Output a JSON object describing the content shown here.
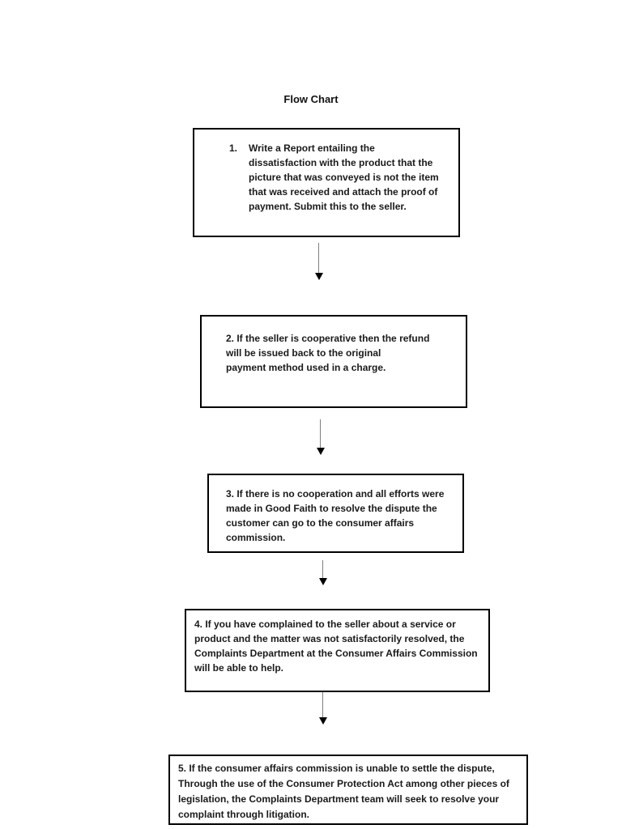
{
  "document": {
    "title": "Flow Chart",
    "background_color": "#ffffff",
    "text_color": "#1a1a1a",
    "box_border_color": "#000000",
    "connector_line_color": "#7f7f7f",
    "connector_arrow_color": "#000000"
  },
  "flowchart": {
    "steps": [
      {
        "number": "1.",
        "text": "Write a Report entailing the\ndissatisfaction with the product that the\npicture that was conveyed is not the item\nthat was received and attach the proof of\npayment. Submit this to the seller."
      },
      {
        "text": "2. If the seller is cooperative then the refund\nwill be issued back to the original\npayment method used in a charge."
      },
      {
        "text": "3. If there is no cooperation and all efforts were\nmade in Good Faith to resolve the dispute the\ncustomer can go to the consumer affairs\ncommission."
      },
      {
        "text": "4. If you have complained to the seller about a service or\nproduct and the matter was not satisfactorily resolved, the\nComplaints Department at the Consumer Affairs Commission\nwill be able to help."
      },
      {
        "text": "5. If the consumer affairs commission is unable to settle the dispute,\nThrough the use of the Consumer Protection Act among other pieces of\nlegislation, the Complaints Department team will seek to resolve your\ncomplaint through litigation."
      }
    ]
  }
}
